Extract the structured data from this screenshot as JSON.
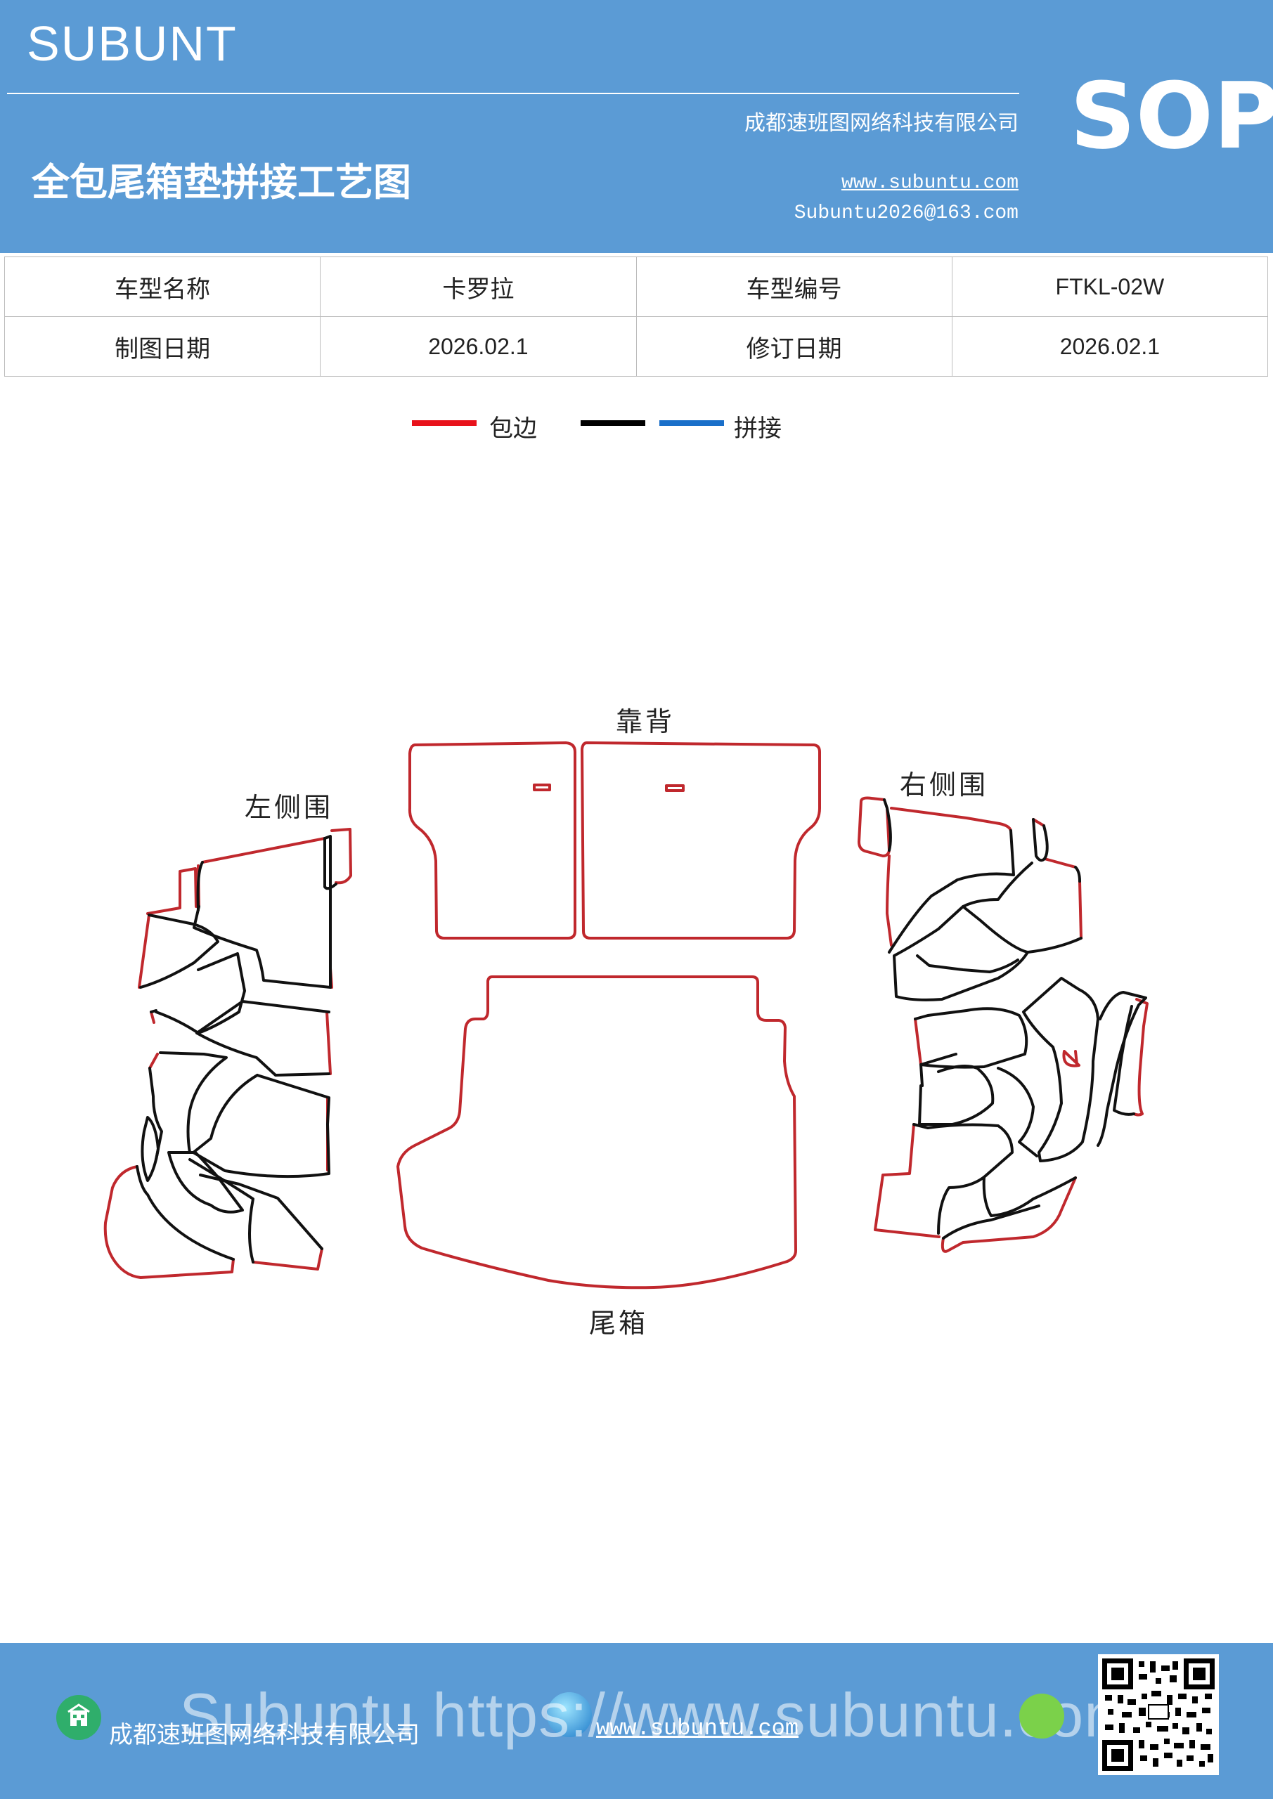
{
  "header": {
    "brand": "SUBUNT",
    "company": "成都速班图网络科技有限公司",
    "title": "全包尾箱垫拼接工艺图",
    "website": "www.subuntu.com",
    "email": "Subuntu2026@163.com",
    "badge": "SOP",
    "background_color": "#5b9bd5"
  },
  "info_table": {
    "rows": [
      [
        "车型名称",
        "卡罗拉",
        "车型编号",
        "FTKL-02W"
      ],
      [
        "制图日期",
        "2026.02.1",
        "修订日期",
        "2026.02.1"
      ]
    ]
  },
  "legend": {
    "items": [
      {
        "label": "包边",
        "colors": [
          "#e8121b"
        ]
      },
      {
        "label": "拼接",
        "colors": [
          "#000000",
          "#1a6fc9"
        ]
      }
    ]
  },
  "diagram": {
    "labels": {
      "backrest": "靠背",
      "left_side": "左侧围",
      "right_side": "右侧围",
      "trunk": "尾箱"
    },
    "edge_color": "#c0282d",
    "seam_color": "#111111"
  },
  "footer": {
    "company": "成都速班图网络科技有限公司",
    "website": "www.subuntu.com",
    "overlay_text": "Subuntu https://www.subuntu.com",
    "icons": [
      "building-icon",
      "globe-icon",
      "wechat-icon"
    ],
    "qr": "qr-code"
  }
}
